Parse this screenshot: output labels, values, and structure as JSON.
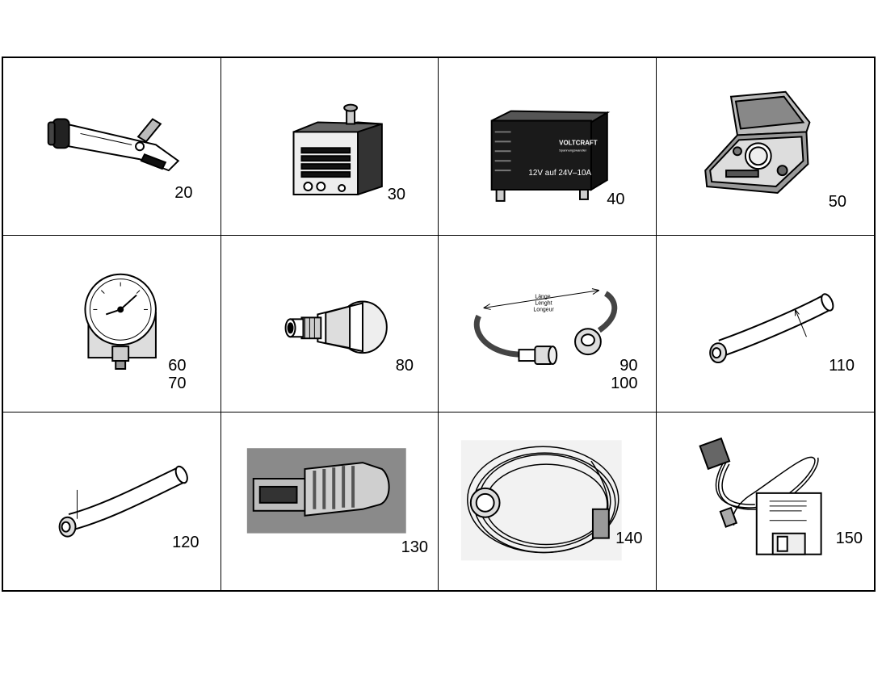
{
  "items": [
    {
      "numbers": [
        "20"
      ],
      "icon": "refractometer-icon"
    },
    {
      "numbers": [
        "30"
      ],
      "icon": "power-supply-icon"
    },
    {
      "numbers": [
        "40"
      ],
      "icon": "voltage-converter-icon",
      "brand_text": "VOLTCRAFT",
      "sub_text": "Spannungswandler",
      "label_text": "12V auf 24V–10A"
    },
    {
      "numbers": [
        "50"
      ],
      "icon": "test-kit-case-icon"
    },
    {
      "numbers": [
        "60",
        "70"
      ],
      "icon": "pressure-gauge-icon"
    },
    {
      "numbers": [
        "80"
      ],
      "icon": "adapter-fitting-icon"
    },
    {
      "numbers": [
        "90",
        "100"
      ],
      "icon": "hose-with-couplings-icon",
      "length_labels": [
        "Länge",
        "Lenght",
        "Longeur"
      ]
    },
    {
      "numbers": [
        "110"
      ],
      "icon": "hose-icon"
    },
    {
      "numbers": [
        "120"
      ],
      "icon": "hose-icon"
    },
    {
      "numbers": [
        "130"
      ],
      "icon": "usb-stick-icon"
    },
    {
      "numbers": [
        "140"
      ],
      "icon": "cable-harness-icon"
    },
    {
      "numbers": [
        "150"
      ],
      "icon": "interface-cable-and-disk-icon"
    }
  ]
}
